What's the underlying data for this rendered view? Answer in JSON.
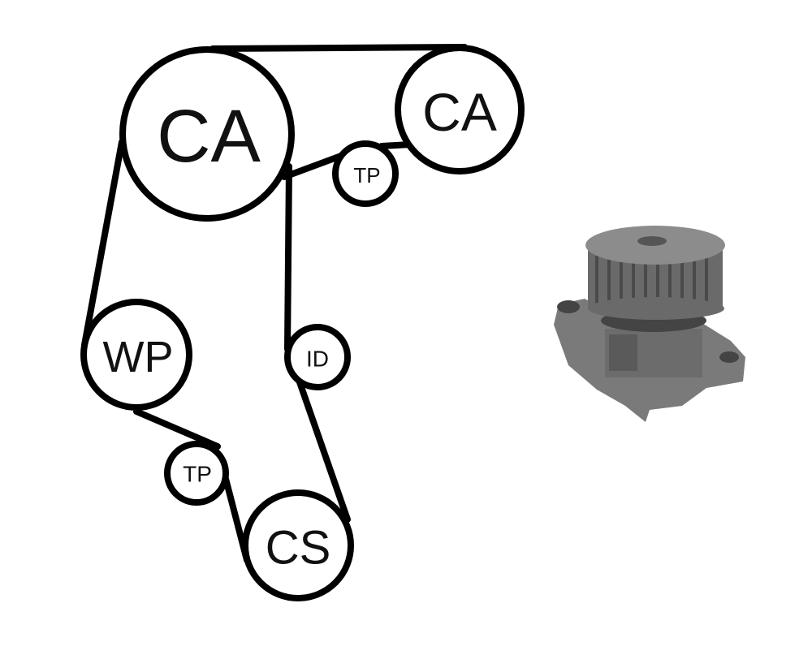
{
  "diagram": {
    "pulleys": [
      {
        "id": "cam-main",
        "label": "CA"
      },
      {
        "id": "cam-secondary",
        "label": "CA"
      },
      {
        "id": "tensioner-top",
        "label": "TP"
      },
      {
        "id": "water-pump",
        "label": "WP"
      },
      {
        "id": "idler",
        "label": "ID"
      },
      {
        "id": "tensioner-bottom",
        "label": "TP"
      },
      {
        "id": "crankshaft",
        "label": "CS"
      }
    ]
  },
  "colors": {
    "belt": "#000000",
    "pump_body": "#7a7a7a",
    "pump_dark": "#555555",
    "pump_light": "#9a9a9a"
  }
}
